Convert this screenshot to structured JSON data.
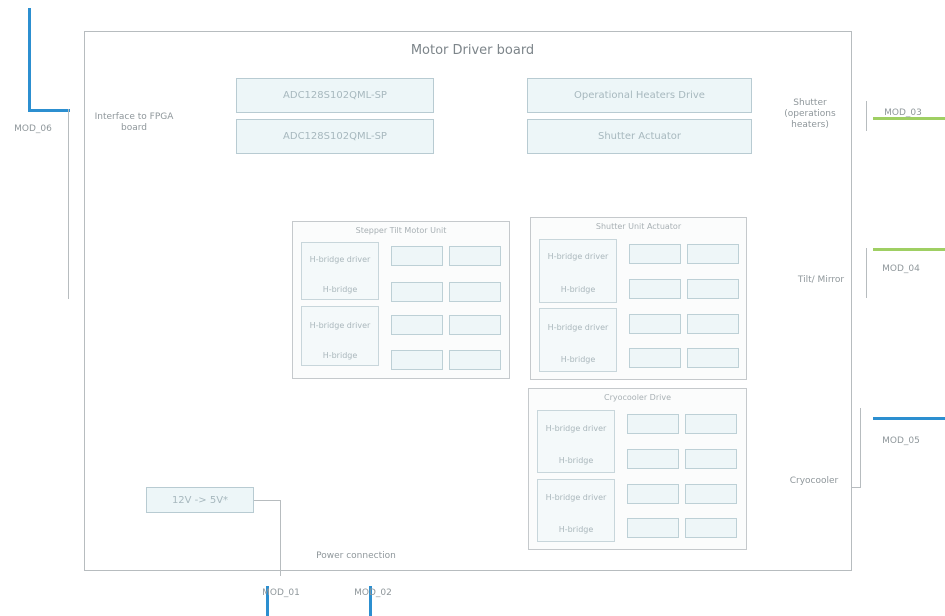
{
  "board": {
    "title": "Motor Driver board"
  },
  "top_blocks": [
    "ADC128S102QML-SP",
    "ADC128S102QML-SP",
    "Operational Heaters Drive",
    "Shutter Actuator"
  ],
  "labels": {
    "mod06": "MOD_06",
    "interface_fpga": "Interface to FPGA board",
    "shutter_label": "Shutter (operations heaters)",
    "mod03": "MOD_03",
    "tilt_label": "Tilt/ Mirror",
    "mod04": "MOD_04",
    "mod05": "MOD_05",
    "cryocooler": "Cryocooler",
    "power_block": "12V -> 5V*",
    "power_connection": "Power connection",
    "mod01": "MOD_01",
    "mod02": "MOD_02"
  },
  "panels": {
    "left": {
      "title": "Stepper Tilt Motor Unit",
      "units": [
        {
          "name": "H-bridge driver",
          "sub": "H-bridge"
        },
        {
          "name": "H-bridge driver",
          "sub": "H-bridge"
        }
      ]
    },
    "right_top": {
      "title": "Shutter Unit Actuator",
      "units": [
        {
          "name": "H-bridge driver",
          "sub": "H-bridge"
        },
        {
          "name": "H-bridge driver",
          "sub": "H-bridge"
        }
      ]
    },
    "right_bottom": {
      "title": "Cryocooler Drive",
      "units": [
        {
          "name": "H-bridge driver",
          "sub": "H-bridge"
        },
        {
          "name": "H-bridge driver",
          "sub": "H-bridge"
        }
      ]
    }
  }
}
